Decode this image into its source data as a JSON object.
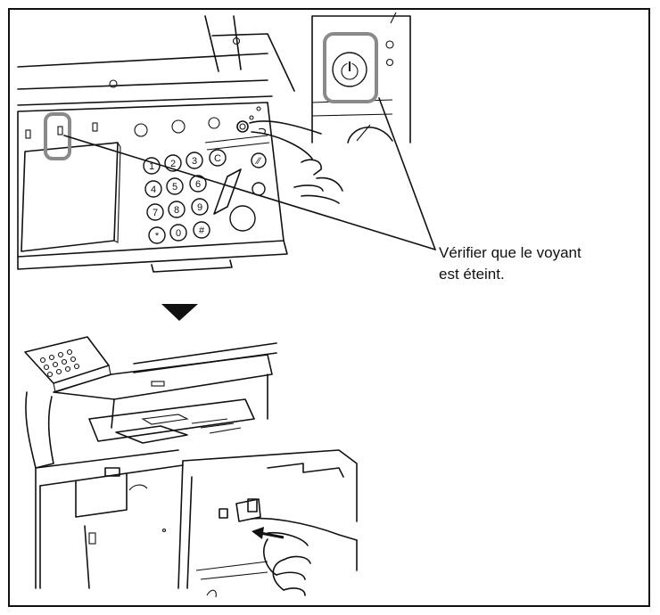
{
  "callout": {
    "text": "Vérifier que le voyant\nest éteint."
  },
  "keypad": {
    "keys": [
      "1",
      "2",
      "3",
      "C",
      "4",
      "5",
      "6",
      "7",
      "8",
      "9",
      "*",
      "0",
      "#"
    ]
  },
  "colors": {
    "line": "#111111",
    "highlight": "#8a8a8a",
    "background": "#ffffff"
  },
  "icons": [
    "power-icon",
    "down-triangle-icon",
    "arrow-left-icon"
  ]
}
